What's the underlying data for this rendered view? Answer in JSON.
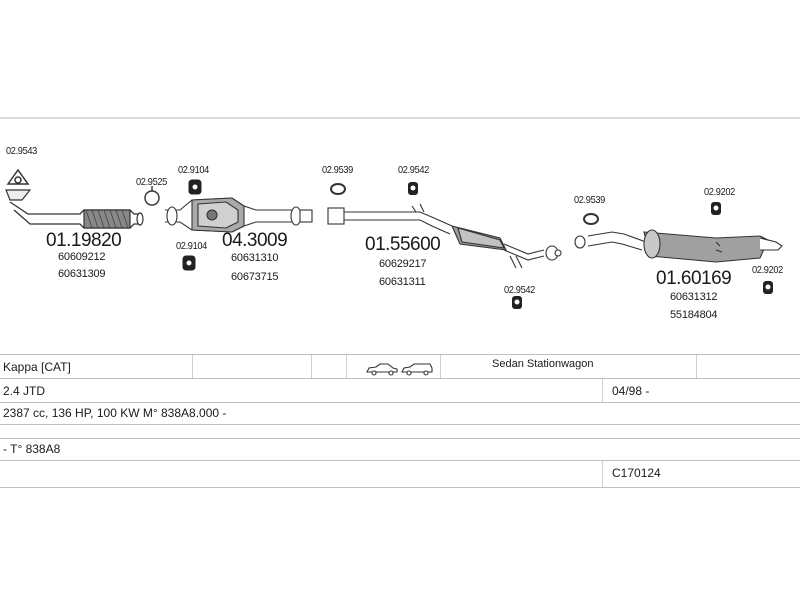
{
  "parts": {
    "front_pipe": {
      "number": "01.19820",
      "oem": [
        "60609212",
        "60631309"
      ]
    },
    "catalyst": {
      "number": "04.3009",
      "oem": [
        "60631310",
        "60673715"
      ]
    },
    "middle_silencer": {
      "number": "01.55600",
      "oem": [
        "60629217",
        "60631311"
      ]
    },
    "rear_silencer": {
      "number": "01.60169",
      "oem": [
        "60631312",
        "55184804"
      ]
    }
  },
  "accessories": {
    "gasket_front": "02.9543",
    "clamp_front": "02.9525",
    "mount_cat_top": "02.9104",
    "mount_cat_bottom": "02.9104",
    "ring_mid_left": "02.9539",
    "mount_mid_top": "02.9542",
    "mount_mid_bottom": "02.9542",
    "ring_rear": "02.9539",
    "mount_rear_top": "02.9202",
    "mount_rear_right": "02.9202"
  },
  "icons": [
    "gasket-icon",
    "clamp-icon",
    "rubber-mount-icon",
    "seal-ring-icon",
    "car-sedan-icon",
    "car-stationwagon-icon"
  ],
  "spec_table": {
    "model": "Kappa  [CAT]",
    "body_types": "Sedan  Stationwagon",
    "engine": "2.4  JTD",
    "date": "04/98 -",
    "details": "2387 cc, 136 HP, 100 KW M° 838A8.000 -",
    "type_code": "- T° 838A8",
    "catalog_code": "C170124"
  }
}
